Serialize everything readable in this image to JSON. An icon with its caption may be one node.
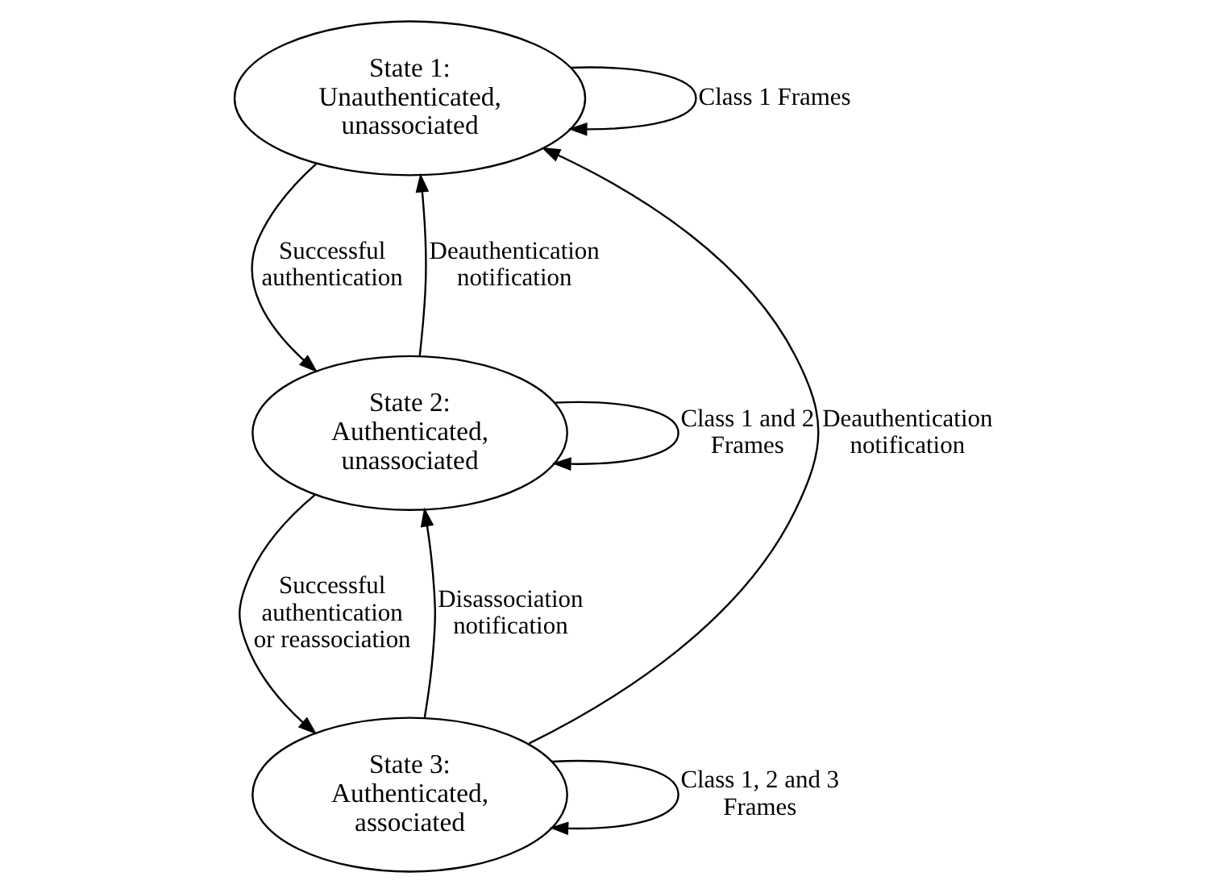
{
  "diagram": {
    "nodes": [
      {
        "text": [
          "State 1:",
          "Unauthenticated, unassociated"
        ]
      },
      {
        "text": [
          "State 2:",
          "Authenticated, unassociated"
        ]
      },
      {
        "text": [
          "State 3:",
          "Authenticated, associated"
        ]
      }
    ],
    "edges": [
      {
        "from": 0,
        "to": 0,
        "arrow": "to",
        "label": "Class 1 Frames"
      },
      {
        "from": 0,
        "to": 1,
        "arrow": "to",
        "label": "Successful authentication"
      },
      {
        "from": 1,
        "to": 0,
        "arrow": "to",
        "label": "Deauthentication notification"
      },
      {
        "from": 1,
        "to": 1,
        "arrow": "to",
        "label": "Class 1 and 2 Frames"
      },
      {
        "from": 1,
        "to": 2,
        "arrow": "to",
        "label": "Successful authentication or reassociation"
      },
      {
        "from": 2,
        "to": 1,
        "arrow": "to",
        "label": "Disassociation notification"
      },
      {
        "from": 2,
        "to": 2,
        "arrow": "to",
        "label": "Class 1, 2 and 3 Frames"
      },
      {
        "from": 2,
        "to": 0,
        "arrow": "to",
        "label": "Deauthentication notification"
      }
    ]
  }
}
